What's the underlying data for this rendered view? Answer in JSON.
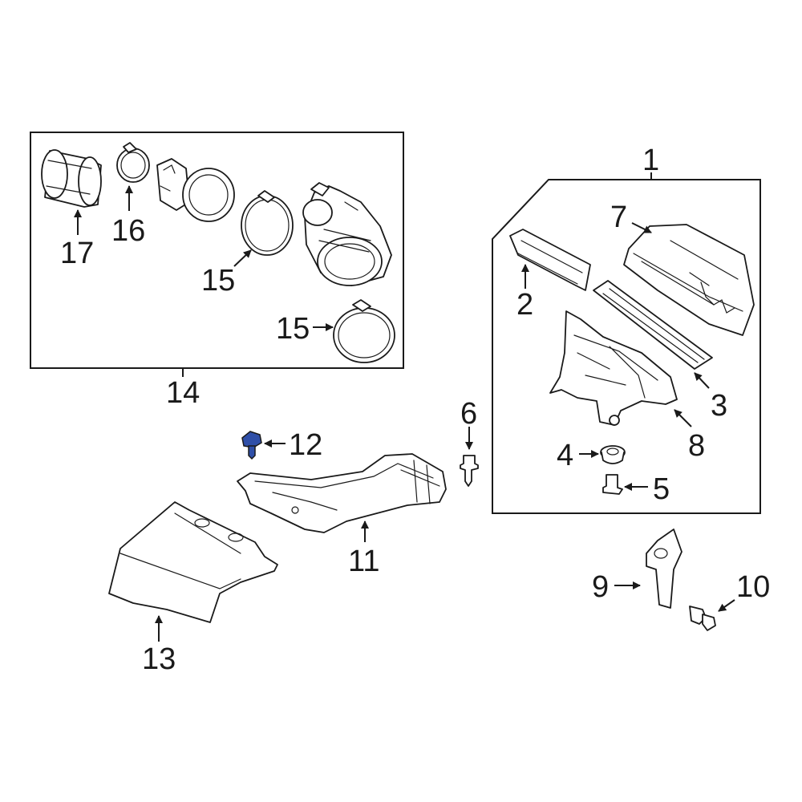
{
  "callouts": {
    "c1": "1",
    "c2": "2",
    "c3": "3",
    "c4": "4",
    "c5": "5",
    "c6": "6",
    "c7": "7",
    "c8": "8",
    "c9": "9",
    "c10": "10",
    "c11": "11",
    "c12": "12",
    "c13": "13",
    "c14": "14",
    "c15a": "15",
    "c15b": "15",
    "c16": "16",
    "c17": "17"
  },
  "colors": {
    "line": "#1a1a1a",
    "highlight": "#2f4fa8",
    "background": "#ffffff"
  }
}
